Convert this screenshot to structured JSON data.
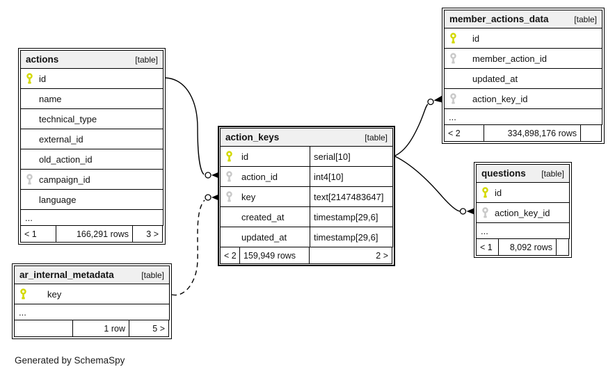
{
  "diagram": {
    "credit": "Generated by SchemaSpy",
    "colors": {
      "primary_key_icon": "#d3d900",
      "foreign_key_icon": "#c9c9c9",
      "table_header_bg": "#f0f0f0",
      "border": "#000000",
      "background": "#ffffff"
    }
  },
  "tables": {
    "actions": {
      "title": "actions",
      "tag": "[table]",
      "columns": [
        {
          "name": "id",
          "key": "primary"
        },
        {
          "name": "name",
          "key": null
        },
        {
          "name": "technical_type",
          "key": null
        },
        {
          "name": "external_id",
          "key": null
        },
        {
          "name": "old_action_id",
          "key": null
        },
        {
          "name": "campaign_id",
          "key": "foreign"
        },
        {
          "name": "language",
          "key": null
        }
      ],
      "ellipsis": "...",
      "footer": {
        "left": "< 1",
        "center": "166,291 rows",
        "right": "3 >"
      }
    },
    "action_keys": {
      "title": "action_keys",
      "tag": "[table]",
      "columns": [
        {
          "name": "id",
          "type": "serial[10]",
          "key": "primary"
        },
        {
          "name": "action_id",
          "type": "int4[10]",
          "key": "foreign"
        },
        {
          "name": "key",
          "type": "text[2147483647]",
          "key": "foreign"
        },
        {
          "name": "created_at",
          "type": "timestamp[29,6]",
          "key": null
        },
        {
          "name": "updated_at",
          "type": "timestamp[29,6]",
          "key": null
        }
      ],
      "footer": {
        "left": "< 2",
        "center": "159,949 rows",
        "right": "2 >"
      }
    },
    "member_actions_data": {
      "title": "member_actions_data",
      "tag": "[table]",
      "columns": [
        {
          "name": "id",
          "key": "primary"
        },
        {
          "name": "member_action_id",
          "key": "foreign"
        },
        {
          "name": "updated_at",
          "key": null
        },
        {
          "name": "action_key_id",
          "key": "foreign"
        }
      ],
      "ellipsis": "...",
      "footer": {
        "left": "< 2",
        "center": "334,898,176 rows",
        "right": ""
      }
    },
    "questions": {
      "title": "questions",
      "tag": "[table]",
      "columns": [
        {
          "name": "id",
          "key": "primary"
        },
        {
          "name": "action_key_id",
          "key": "foreign"
        }
      ],
      "ellipsis": "...",
      "footer": {
        "left": "< 1",
        "center": "8,092 rows",
        "right": ""
      }
    },
    "ar_internal_metadata": {
      "title": "ar_internal_metadata",
      "tag": "[table]",
      "columns": [
        {
          "name": "key",
          "key": "primary"
        }
      ],
      "ellipsis": "...",
      "footer": {
        "left": "",
        "center": "1 row",
        "right": "5 >"
      }
    }
  },
  "relationships": [
    {
      "pk": "actions.id",
      "fk": "action_keys.action_id",
      "style": "solid"
    },
    {
      "pk": "ar_internal_metadata.key",
      "fk": "action_keys.key",
      "style": "dashed"
    },
    {
      "pk": "action_keys.id",
      "fk": "member_actions_data.action_key_id",
      "style": "solid"
    },
    {
      "pk": "action_keys.id",
      "fk": "questions.action_key_id",
      "style": "solid"
    }
  ]
}
